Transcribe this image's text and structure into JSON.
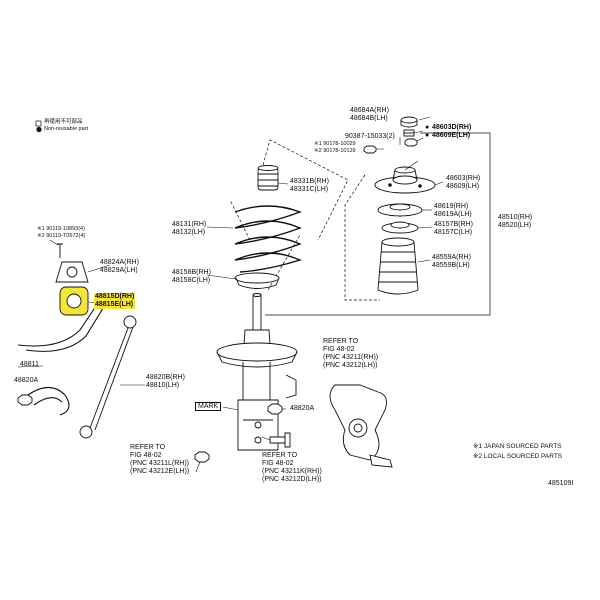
{
  "legend": {
    "reuse_note": "再使用不可部品",
    "non_reusable": "Non-reusable part",
    "japan_sourced": "※1 JAPAN SOURCED PARTS",
    "local_sourced": "※2 LOCAL SOURCED PARTS"
  },
  "figure_id": "485109I",
  "parts": {
    "p48684": [
      "48684A(RH)",
      "48684B(LH)"
    ],
    "p48603": [
      "48603D(RH)",
      "48609E(LH)"
    ],
    "p90387": "90387-15033(2)",
    "p90178": [
      "※1 90178-10029",
      "※2 90178-10129"
    ],
    "p48603f": [
      "48603(RH)",
      "48609(LH)"
    ],
    "p48331": [
      "48331B(RH)",
      "48331C(LH)"
    ],
    "p48619": [
      "48619(RH)",
      "48619A(LH)"
    ],
    "p48157": [
      "48157B(RH)",
      "48157C(LH)"
    ],
    "p48510": [
      "48510(RH)",
      "48520(LH)"
    ],
    "p48131": [
      "48131(RH)",
      "48132(LH)"
    ],
    "p48559": [
      "48559A(RH)",
      "48559B(LH)"
    ],
    "p48158": [
      "48158B(RH)",
      "48158C(LH)"
    ],
    "p90119": [
      "※1 90119-10893(4)",
      "※2 90119-T0572(4)"
    ],
    "p48824": [
      "48824A(RH)",
      "48829A(LH)"
    ],
    "p48815": [
      "48815D(RH)",
      "48815E(LH)"
    ],
    "p48811": "48811",
    "p48820a": "48820A",
    "p48820b": [
      "48820B(RH)",
      "48810(LH)"
    ],
    "p48820a2": "48820A",
    "mark": "MARK"
  },
  "refs": {
    "knuckle": [
      "REFER TO",
      "FIG 48-02",
      "(PNC 43211(RH))",
      "(PNC 43212(LH))"
    ],
    "bolt_left": [
      "REFER TO",
      "FIG 48-02",
      "(PNC 43211L(RH))",
      "(PNC 43212E(LH))"
    ],
    "bolt_right": [
      "REFER TO",
      "FIG 48-02",
      "(PNC 43211K(RH))",
      "(PNC 43212D(LH))"
    ]
  },
  "colors": {
    "highlight": "#f4e53a",
    "line": "#111111"
  }
}
